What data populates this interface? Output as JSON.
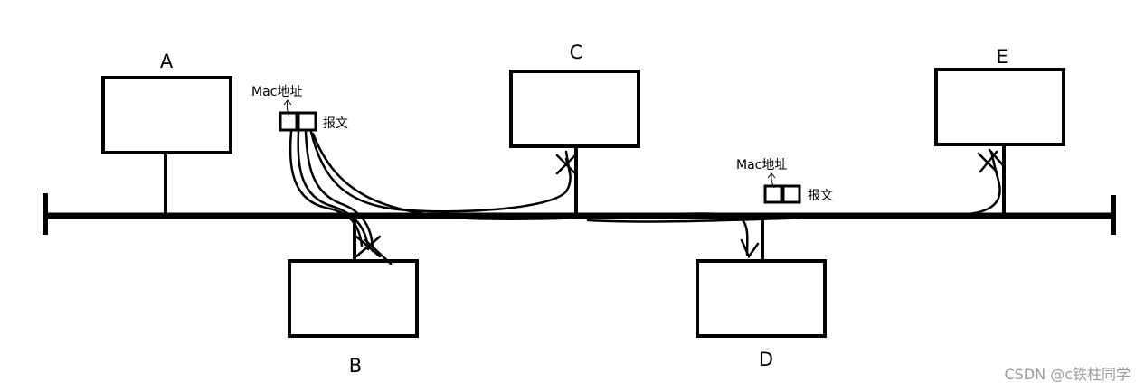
{
  "nodes": [
    {
      "id": "A",
      "label": "A"
    },
    {
      "id": "B",
      "label": "B"
    },
    {
      "id": "C",
      "label": "C"
    },
    {
      "id": "D",
      "label": "D"
    },
    {
      "id": "E",
      "label": "E"
    }
  ],
  "packets": [
    {
      "mac_label": "Mac地址",
      "payload_label": "报文"
    },
    {
      "mac_label": "Mac地址",
      "payload_label": "报文"
    }
  ],
  "watermark": "CSDN @c铁柱同学",
  "colors": {
    "stroke": "#000000",
    "watermark": "#9a9a9a"
  }
}
